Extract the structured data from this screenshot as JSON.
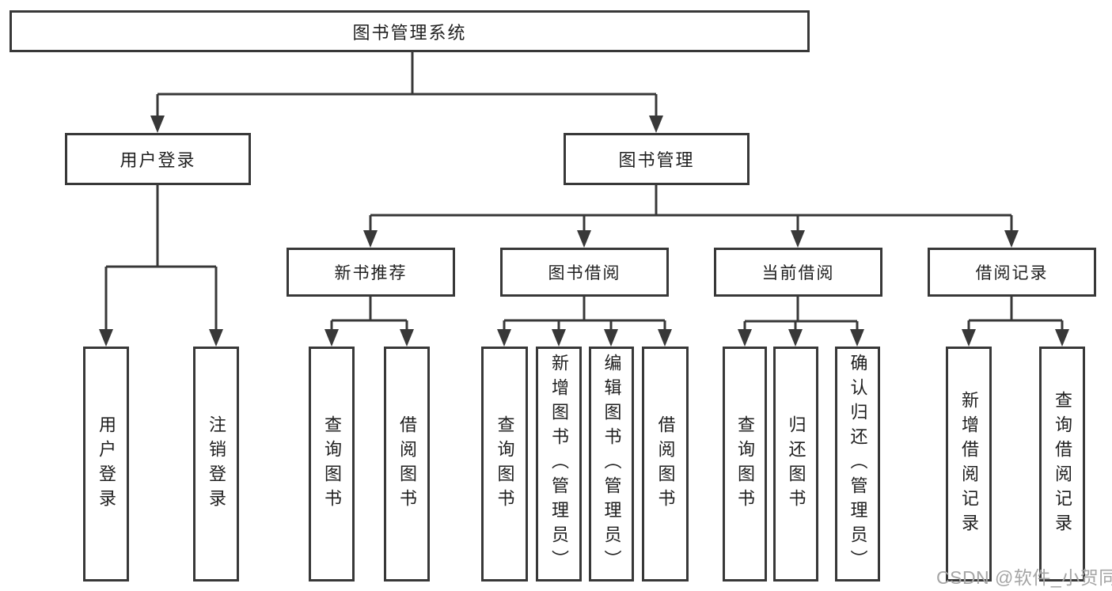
{
  "diagram": {
    "root": {
      "label": "图书管理系统"
    },
    "level2": {
      "user_login": {
        "label": "用户登录"
      },
      "book_mgmt": {
        "label": "图书管理"
      }
    },
    "level3": {
      "new_books": {
        "label": "新书推荐"
      },
      "book_borrow": {
        "label": "图书借阅"
      },
      "current_borrow": {
        "label": "当前借阅"
      },
      "borrow_records": {
        "label": "借阅记录"
      }
    },
    "leaves": {
      "user_login": [
        "用户登录",
        "注销登录"
      ],
      "new_books": [
        "查询图书",
        "借阅图书"
      ],
      "book_borrow": [
        "查询图书",
        "新增图书（管理员）",
        "编辑图书（管理员）",
        "借阅图书"
      ],
      "current_borrow": [
        "查询图书",
        "归还图书",
        "确认归还（管理员）"
      ],
      "borrow_records": [
        "新增借阅记录",
        "查询借阅记录"
      ]
    }
  },
  "watermark": {
    "text": "CSDN @软件_小贺同学"
  },
  "colors": {
    "line": "#383838",
    "text": "#1f1f1f",
    "box_background": "#ffffff",
    "watermark": "#a5a5a5",
    "background": "#ffffff"
  }
}
